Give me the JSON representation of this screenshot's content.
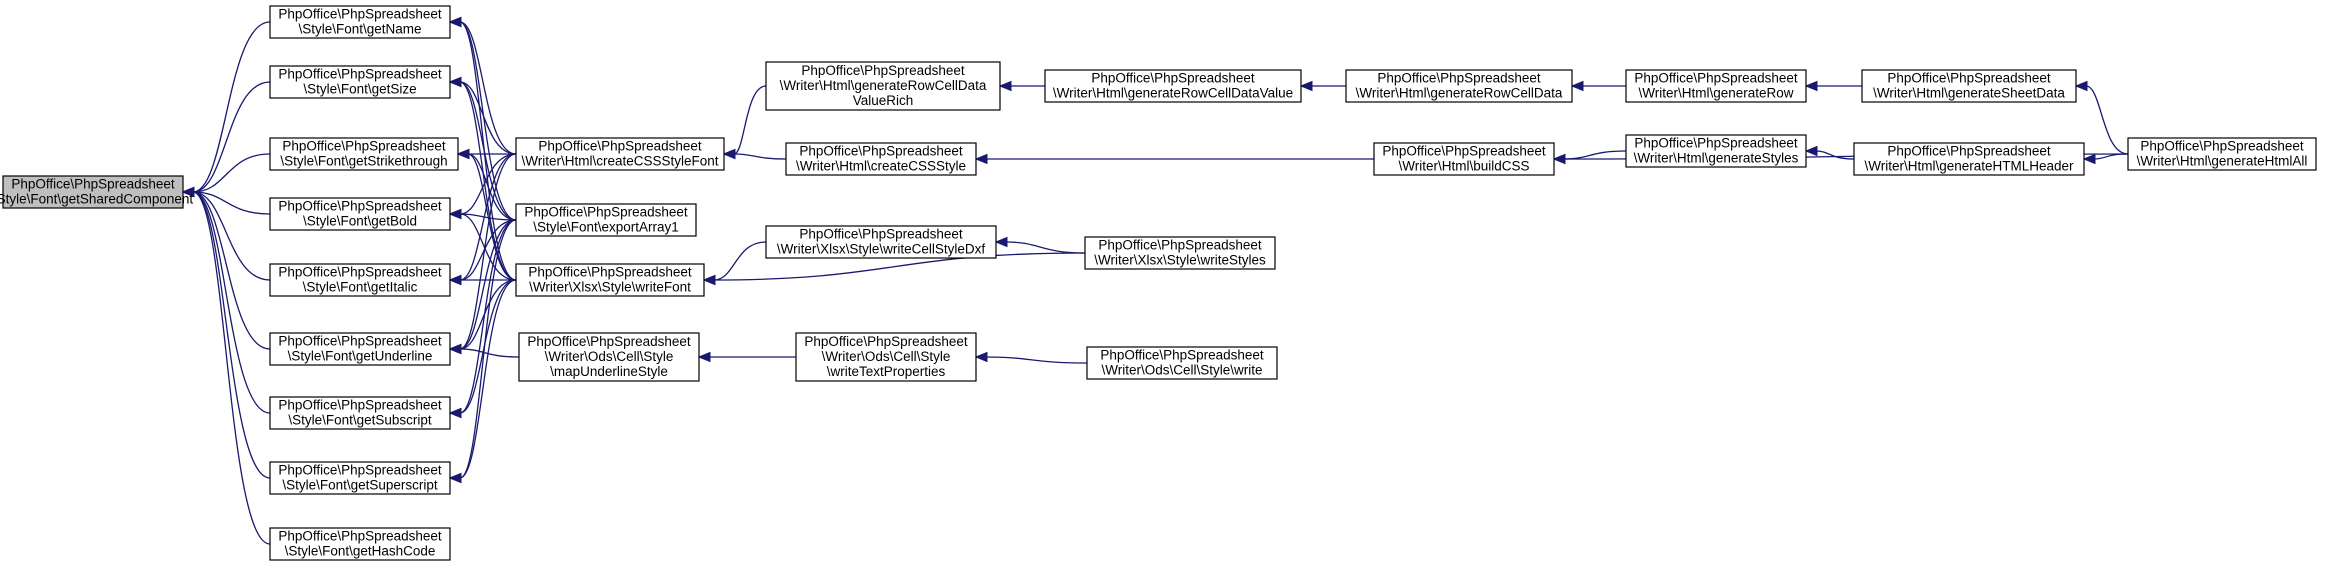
{
  "colors": {
    "edge": "#191970",
    "node_fill": "#ffffff",
    "focus_fill": "#bfbfbf",
    "border": "#000000"
  },
  "nodes": [
    {
      "id": "getSharedComponent",
      "lines": [
        "PhpOffice\\PhpSpreadsheet",
        "\\Style\\Font\\getSharedComponent"
      ],
      "focus": true
    },
    {
      "id": "getName",
      "lines": [
        "PhpOffice\\PhpSpreadsheet",
        "\\Style\\Font\\getName"
      ]
    },
    {
      "id": "getSize",
      "lines": [
        "PhpOffice\\PhpSpreadsheet",
        "\\Style\\Font\\getSize"
      ]
    },
    {
      "id": "getStrikethrough",
      "lines": [
        "PhpOffice\\PhpSpreadsheet",
        "\\Style\\Font\\getStrikethrough"
      ]
    },
    {
      "id": "getBold",
      "lines": [
        "PhpOffice\\PhpSpreadsheet",
        "\\Style\\Font\\getBold"
      ]
    },
    {
      "id": "getItalic",
      "lines": [
        "PhpOffice\\PhpSpreadsheet",
        "\\Style\\Font\\getItalic"
      ]
    },
    {
      "id": "getUnderline",
      "lines": [
        "PhpOffice\\PhpSpreadsheet",
        "\\Style\\Font\\getUnderline"
      ]
    },
    {
      "id": "getSubscript",
      "lines": [
        "PhpOffice\\PhpSpreadsheet",
        "\\Style\\Font\\getSubscript"
      ]
    },
    {
      "id": "getSuperscript",
      "lines": [
        "PhpOffice\\PhpSpreadsheet",
        "\\Style\\Font\\getSuperscript"
      ]
    },
    {
      "id": "getHashCode",
      "lines": [
        "PhpOffice\\PhpSpreadsheet",
        "\\Style\\Font\\getHashCode"
      ]
    },
    {
      "id": "createCSSStyleFont",
      "lines": [
        "PhpOffice\\PhpSpreadsheet",
        "\\Writer\\Html\\createCSSStyleFont"
      ]
    },
    {
      "id": "exportArray1",
      "lines": [
        "PhpOffice\\PhpSpreadsheet",
        "\\Style\\Font\\exportArray1"
      ]
    },
    {
      "id": "writeFont",
      "lines": [
        "PhpOffice\\PhpSpreadsheet",
        "\\Writer\\Xlsx\\Style\\writeFont"
      ]
    },
    {
      "id": "mapUnderlineStyle",
      "lines": [
        "PhpOffice\\PhpSpreadsheet",
        "\\Writer\\Ods\\Cell\\Style",
        "\\mapUnderlineStyle"
      ]
    },
    {
      "id": "generateRowCellDataValueRich",
      "lines": [
        "PhpOffice\\PhpSpreadsheet",
        "\\Writer\\Html\\generateRowCellData",
        "ValueRich"
      ]
    },
    {
      "id": "createCSSStyle",
      "lines": [
        "PhpOffice\\PhpSpreadsheet",
        "\\Writer\\Html\\createCSSStyle"
      ]
    },
    {
      "id": "writeCellStyleDxf",
      "lines": [
        "PhpOffice\\PhpSpreadsheet",
        "\\Writer\\Xlsx\\Style\\writeCellStyleDxf"
      ]
    },
    {
      "id": "writeTextProperties",
      "lines": [
        "PhpOffice\\PhpSpreadsheet",
        "\\Writer\\Ods\\Cell\\Style",
        "\\writeTextProperties"
      ]
    },
    {
      "id": "generateRowCellDataValue",
      "lines": [
        "PhpOffice\\PhpSpreadsheet",
        "\\Writer\\Html\\generateRowCellDataValue"
      ]
    },
    {
      "id": "writeStyles",
      "lines": [
        "PhpOffice\\PhpSpreadsheet",
        "\\Writer\\Xlsx\\Style\\writeStyles"
      ]
    },
    {
      "id": "odsWrite",
      "lines": [
        "PhpOffice\\PhpSpreadsheet",
        "\\Writer\\Ods\\Cell\\Style\\write"
      ]
    },
    {
      "id": "generateRowCellData",
      "lines": [
        "PhpOffice\\PhpSpreadsheet",
        "\\Writer\\Html\\generateRowCellData"
      ]
    },
    {
      "id": "buildCSS",
      "lines": [
        "PhpOffice\\PhpSpreadsheet",
        "\\Writer\\Html\\buildCSS"
      ]
    },
    {
      "id": "generateRow",
      "lines": [
        "PhpOffice\\PhpSpreadsheet",
        "\\Writer\\Html\\generateRow"
      ]
    },
    {
      "id": "generateStyles",
      "lines": [
        "PhpOffice\\PhpSpreadsheet",
        "\\Writer\\Html\\generateStyles"
      ]
    },
    {
      "id": "generateSheetData",
      "lines": [
        "PhpOffice\\PhpSpreadsheet",
        "\\Writer\\Html\\generateSheetData"
      ]
    },
    {
      "id": "generateHTMLHeader",
      "lines": [
        "PhpOffice\\PhpSpreadsheet",
        "\\Writer\\Html\\generateHTMLHeader"
      ]
    },
    {
      "id": "generateHtmlAll",
      "lines": [
        "PhpOffice\\PhpSpreadsheet",
        "\\Writer\\Html\\generateHtmlAll"
      ]
    }
  ],
  "edges": [
    {
      "from": "getName",
      "to": "getSharedComponent"
    },
    {
      "from": "getSize",
      "to": "getSharedComponent"
    },
    {
      "from": "getStrikethrough",
      "to": "getSharedComponent"
    },
    {
      "from": "getBold",
      "to": "getSharedComponent"
    },
    {
      "from": "getItalic",
      "to": "getSharedComponent"
    },
    {
      "from": "getUnderline",
      "to": "getSharedComponent"
    },
    {
      "from": "getSubscript",
      "to": "getSharedComponent"
    },
    {
      "from": "getSuperscript",
      "to": "getSharedComponent"
    },
    {
      "from": "getHashCode",
      "to": "getSharedComponent"
    },
    {
      "from": "createCSSStyleFont",
      "to": "getName"
    },
    {
      "from": "exportArray1",
      "to": "getName"
    },
    {
      "from": "writeFont",
      "to": "getName"
    },
    {
      "from": "createCSSStyleFont",
      "to": "getSize"
    },
    {
      "from": "exportArray1",
      "to": "getSize"
    },
    {
      "from": "writeFont",
      "to": "getSize"
    },
    {
      "from": "createCSSStyleFont",
      "to": "getStrikethrough"
    },
    {
      "from": "exportArray1",
      "to": "getStrikethrough"
    },
    {
      "from": "writeFont",
      "to": "getStrikethrough"
    },
    {
      "from": "createCSSStyleFont",
      "to": "getBold"
    },
    {
      "from": "exportArray1",
      "to": "getBold"
    },
    {
      "from": "writeFont",
      "to": "getBold"
    },
    {
      "from": "createCSSStyleFont",
      "to": "getItalic"
    },
    {
      "from": "exportArray1",
      "to": "getItalic"
    },
    {
      "from": "writeFont",
      "to": "getItalic"
    },
    {
      "from": "createCSSStyleFont",
      "to": "getUnderline"
    },
    {
      "from": "exportArray1",
      "to": "getUnderline"
    },
    {
      "from": "writeFont",
      "to": "getUnderline"
    },
    {
      "from": "mapUnderlineStyle",
      "to": "getUnderline"
    },
    {
      "from": "exportArray1",
      "to": "getSubscript"
    },
    {
      "from": "writeFont",
      "to": "getSubscript"
    },
    {
      "from": "exportArray1",
      "to": "getSuperscript"
    },
    {
      "from": "writeFont",
      "to": "getSuperscript"
    },
    {
      "from": "generateRowCellDataValueRich",
      "to": "createCSSStyleFont"
    },
    {
      "from": "createCSSStyle",
      "to": "createCSSStyleFont"
    },
    {
      "from": "writeCellStyleDxf",
      "to": "writeFont"
    },
    {
      "from": "writeStyles",
      "to": "writeFont"
    },
    {
      "from": "writeTextProperties",
      "to": "mapUnderlineStyle"
    },
    {
      "from": "generateRowCellDataValue",
      "to": "generateRowCellDataValueRich"
    },
    {
      "from": "buildCSS",
      "to": "createCSSStyle"
    },
    {
      "from": "writeStyles",
      "to": "writeCellStyleDxf"
    },
    {
      "from": "odsWrite",
      "to": "writeTextProperties"
    },
    {
      "from": "generateRowCellData",
      "to": "generateRowCellDataValue"
    },
    {
      "from": "generateRow",
      "to": "generateRowCellData"
    },
    {
      "from": "generateStyles",
      "to": "buildCSS"
    },
    {
      "from": "generateHtmlAll",
      "to": "buildCSS"
    },
    {
      "from": "generateSheetData",
      "to": "generateRow"
    },
    {
      "from": "generateHTMLHeader",
      "to": "generateStyles"
    },
    {
      "from": "generateHtmlAll",
      "to": "generateSheetData"
    },
    {
      "from": "generateHtmlAll",
      "to": "generateHTMLHeader"
    }
  ]
}
